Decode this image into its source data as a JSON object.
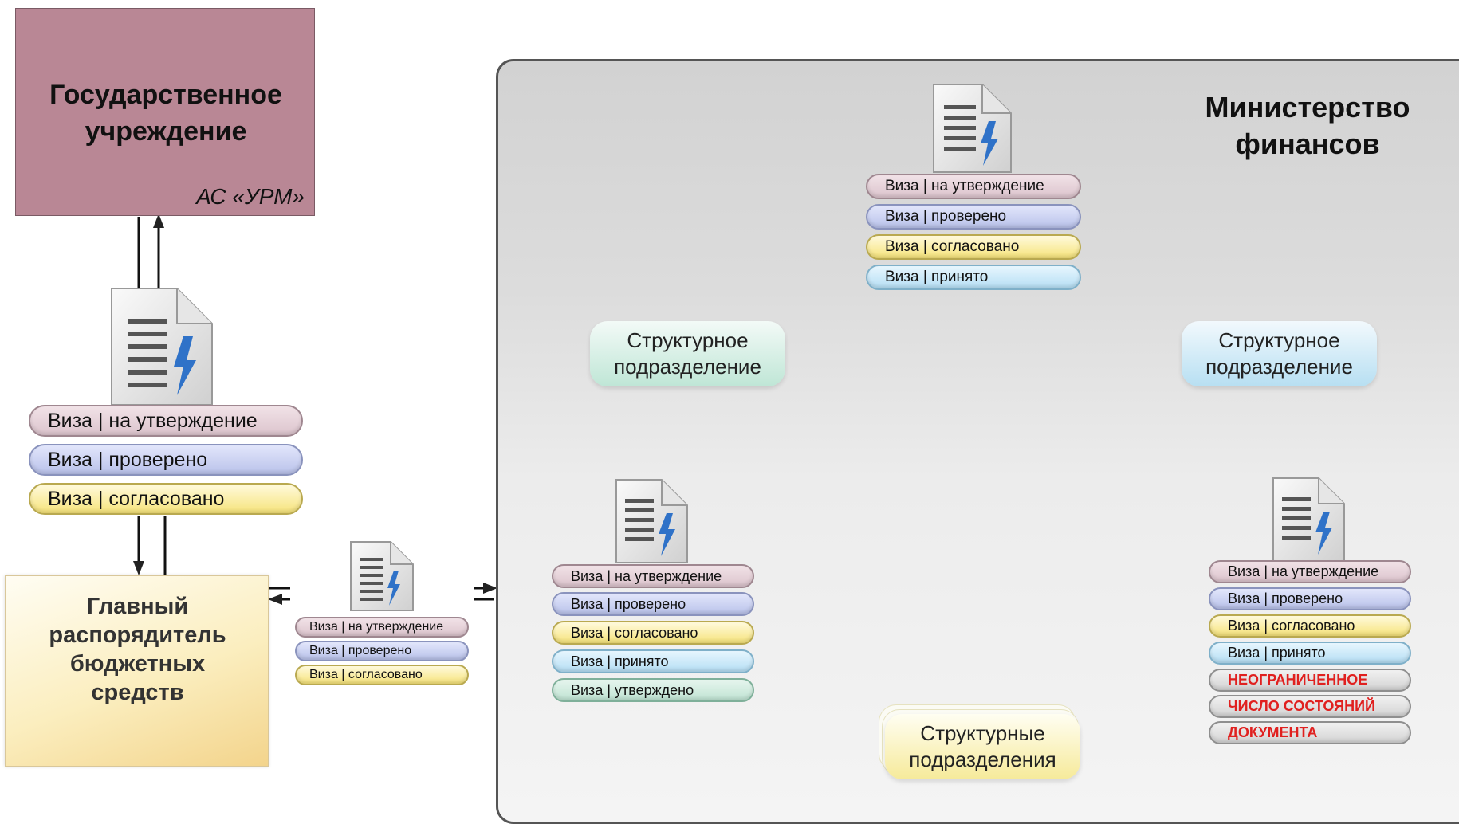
{
  "gov": {
    "title_line1": "Государственное",
    "title_line2": "учреждение",
    "system": "АС «УРМ»"
  },
  "grbs": {
    "line1": "Главный",
    "line2": "распорядитель",
    "line3": "бюджетных",
    "line4": "средств"
  },
  "ministry": {
    "line1": "Министерство",
    "line2": "финансов"
  },
  "units": {
    "left_line1": "Структурное",
    "left_line2": "подразделение",
    "right_line1": "Структурное",
    "right_line2": "подразделение",
    "bottom_line1": "Структурные",
    "bottom_line2": "подразделения"
  },
  "visas": {
    "for_approval": "Виза | на утверждение",
    "checked": "Виза | проверено",
    "agreed": "Виза | согласовано",
    "accepted": "Виза | принято",
    "approved": "Виза | утверждено"
  },
  "states": {
    "unlimited": "НЕОГРАНИЧЕННОЕ",
    "count": "ЧИСЛО СОСТОЯНИЙ",
    "document": "ДОКУМЕНТА"
  },
  "colors": {
    "gov_box": "#b98795",
    "red_text": "#e0201f",
    "lightning": "#2f72c8"
  }
}
